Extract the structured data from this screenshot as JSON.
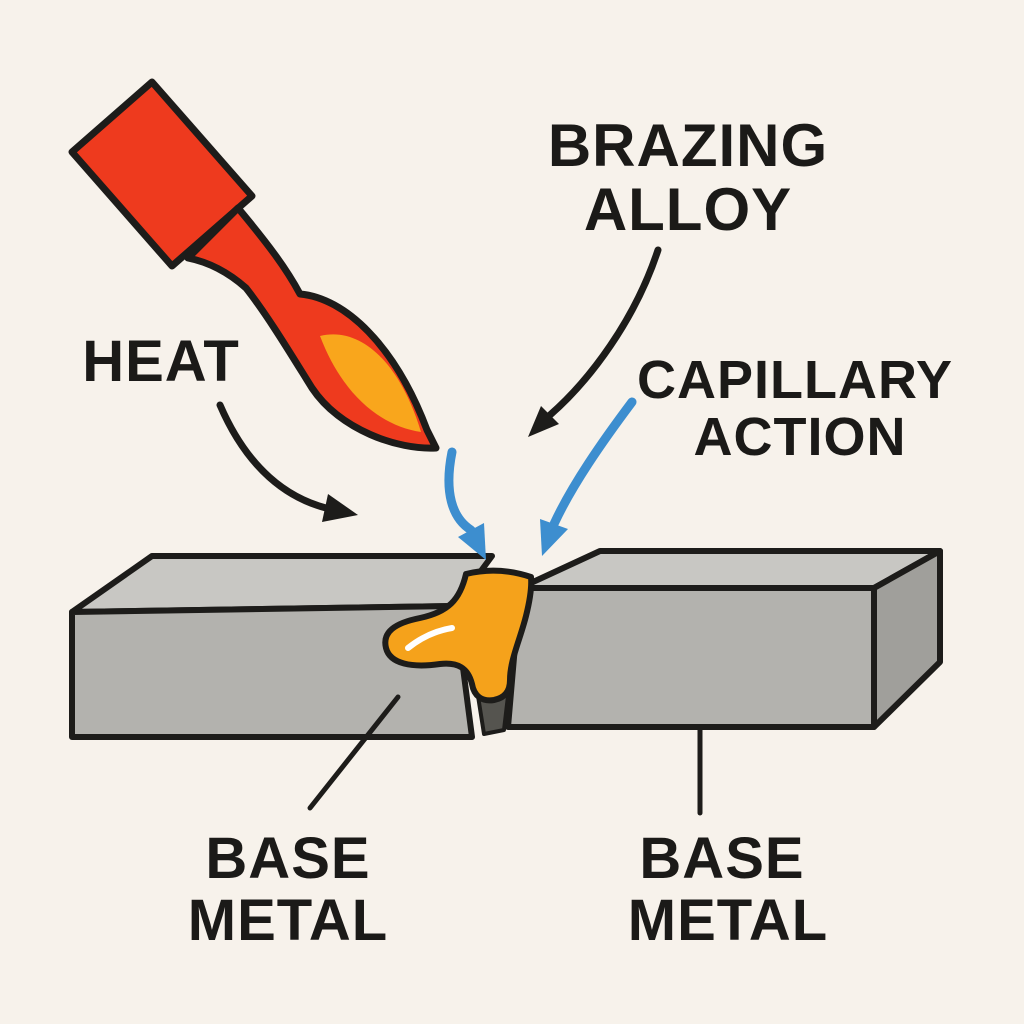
{
  "diagram": {
    "title": "Brazing process diagram",
    "labels": {
      "heat": "HEAT",
      "brazing_alloy_line1": "BRAZING",
      "brazing_alloy_line2": "ALLOY",
      "capillary_line1": "CAPILLARY",
      "capillary_line2": "ACTION",
      "base_metal_left_line1": "BASE",
      "base_metal_left_line2": "METAL",
      "base_metal_right_line1": "BASE",
      "base_metal_right_line2": "METAL"
    },
    "colors": {
      "background": "#F7F2EB",
      "outline": "#1D1C1A",
      "torch_red": "#EE3A1E",
      "flame_inner": "#F9A61C",
      "alloy_orange": "#F5A21B",
      "metal_top": "#C8C7C3",
      "metal_front": "#B3B2AE",
      "metal_side": "#A09F9B",
      "gap_dark": "#55544F",
      "arrow_black": "#1D1C1A",
      "arrow_blue": "#3D8ECF",
      "highlight_white": "#FFFFFF",
      "text": "#1B1A18"
    }
  }
}
